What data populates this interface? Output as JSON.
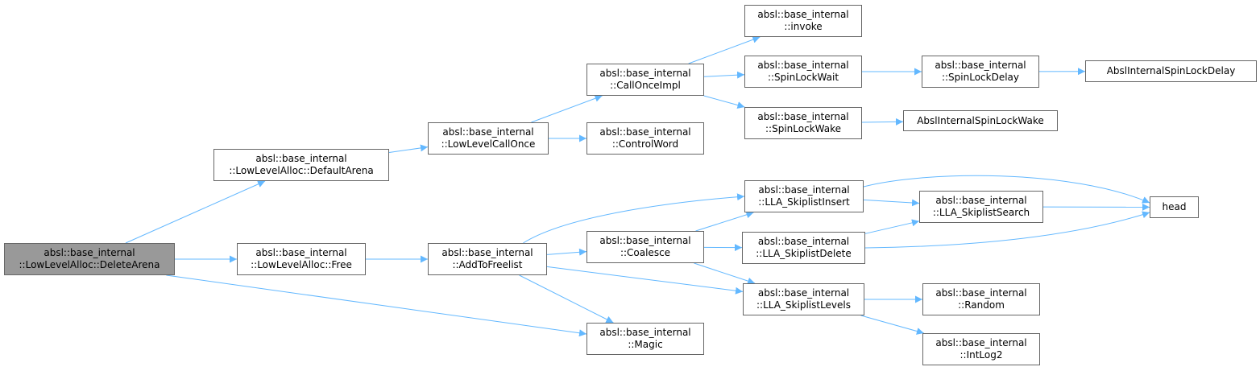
{
  "graph": {
    "colors": {
      "edge": "#63b8ff",
      "node_border": "#666666",
      "root_fill": "#999999",
      "node_fill": "#ffffff"
    },
    "nodes": [
      {
        "id": "delete_arena",
        "lines": [
          "absl::base_internal",
          "::LowLevelAlloc::DeleteArena"
        ],
        "root": true
      },
      {
        "id": "default_arena",
        "lines": [
          "absl::base_internal",
          "::LowLevelAlloc::DefaultArena"
        ]
      },
      {
        "id": "free",
        "lines": [
          "absl::base_internal",
          "::LowLevelAlloc::Free"
        ]
      },
      {
        "id": "low_level_call_once",
        "lines": [
          "absl::base_internal",
          "::LowLevelCallOnce"
        ]
      },
      {
        "id": "add_to_freelist",
        "lines": [
          "absl::base_internal",
          "::AddToFreelist"
        ]
      },
      {
        "id": "call_once_impl",
        "lines": [
          "absl::base_internal",
          "::CallOnceImpl"
        ]
      },
      {
        "id": "control_word",
        "lines": [
          "absl::base_internal",
          "::ControlWord"
        ]
      },
      {
        "id": "coalesce",
        "lines": [
          "absl::base_internal",
          "::Coalesce"
        ]
      },
      {
        "id": "magic",
        "lines": [
          "absl::base_internal",
          "::Magic"
        ]
      },
      {
        "id": "invoke",
        "lines": [
          "absl::base_internal",
          "::invoke"
        ]
      },
      {
        "id": "spin_lock_wait",
        "lines": [
          "absl::base_internal",
          "::SpinLockWait"
        ]
      },
      {
        "id": "spin_lock_wake",
        "lines": [
          "absl::base_internal",
          "::SpinLockWake"
        ]
      },
      {
        "id": "lla_skiplist_insert",
        "lines": [
          "absl::base_internal",
          "::LLA_SkiplistInsert"
        ]
      },
      {
        "id": "lla_skiplist_delete",
        "lines": [
          "absl::base_internal",
          "::LLA_SkiplistDelete"
        ]
      },
      {
        "id": "lla_skiplist_levels",
        "lines": [
          "absl::base_internal",
          "::LLA_SkiplistLevels"
        ]
      },
      {
        "id": "spin_lock_delay",
        "lines": [
          "absl::base_internal",
          "::SpinLockDelay"
        ]
      },
      {
        "id": "absl_internal_spin_lock_wake",
        "lines": [
          "AbslInternalSpinLockWake"
        ]
      },
      {
        "id": "lla_skiplist_search",
        "lines": [
          "absl::base_internal",
          "::LLA_SkiplistSearch"
        ]
      },
      {
        "id": "random",
        "lines": [
          "absl::base_internal",
          "::Random"
        ]
      },
      {
        "id": "int_log2",
        "lines": [
          "absl::base_internal",
          "::IntLog2"
        ]
      },
      {
        "id": "absl_internal_spin_lock_delay",
        "lines": [
          "AbslInternalSpinLockDelay"
        ]
      },
      {
        "id": "head",
        "lines": [
          "head"
        ]
      }
    ],
    "edges": [
      [
        "delete_arena",
        "default_arena"
      ],
      [
        "delete_arena",
        "free"
      ],
      [
        "delete_arena",
        "magic"
      ],
      [
        "default_arena",
        "low_level_call_once"
      ],
      [
        "low_level_call_once",
        "call_once_impl"
      ],
      [
        "low_level_call_once",
        "control_word"
      ],
      [
        "call_once_impl",
        "invoke"
      ],
      [
        "call_once_impl",
        "spin_lock_wait"
      ],
      [
        "call_once_impl",
        "spin_lock_wake"
      ],
      [
        "spin_lock_wait",
        "spin_lock_delay"
      ],
      [
        "spin_lock_delay",
        "absl_internal_spin_lock_delay"
      ],
      [
        "spin_lock_wake",
        "absl_internal_spin_lock_wake"
      ],
      [
        "free",
        "add_to_freelist"
      ],
      [
        "add_to_freelist",
        "lla_skiplist_insert"
      ],
      [
        "add_to_freelist",
        "coalesce"
      ],
      [
        "add_to_freelist",
        "lla_skiplist_levels"
      ],
      [
        "add_to_freelist",
        "magic"
      ],
      [
        "coalesce",
        "lla_skiplist_insert"
      ],
      [
        "coalesce",
        "lla_skiplist_delete"
      ],
      [
        "coalesce",
        "lla_skiplist_levels"
      ],
      [
        "lla_skiplist_insert",
        "head"
      ],
      [
        "lla_skiplist_insert",
        "lla_skiplist_search"
      ],
      [
        "lla_skiplist_delete",
        "lla_skiplist_search"
      ],
      [
        "lla_skiplist_delete",
        "head"
      ],
      [
        "lla_skiplist_search",
        "head"
      ],
      [
        "lla_skiplist_levels",
        "random"
      ],
      [
        "lla_skiplist_levels",
        "int_log2"
      ]
    ]
  }
}
